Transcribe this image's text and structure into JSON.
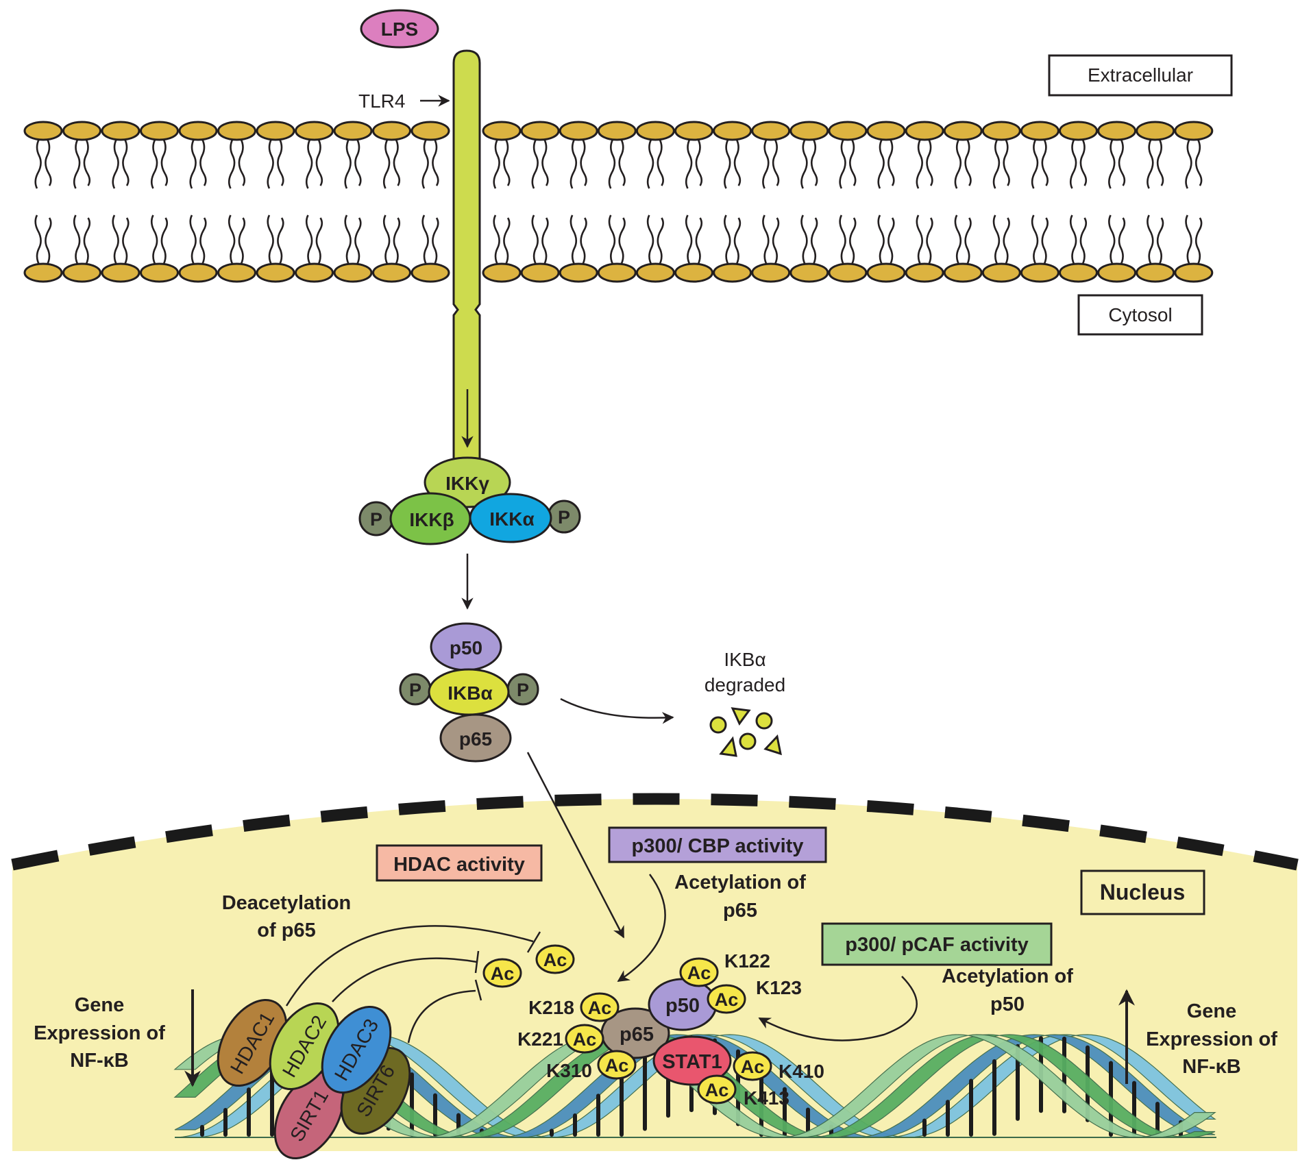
{
  "figure": {
    "title": "LPS / TLR4 / NF-kB acetylation signaling pathway",
    "compartments": {
      "extracellular": "Extracellular",
      "cytosol": "Cytosol",
      "nucleus": "Nucleus"
    },
    "ligand": {
      "label": "LPS",
      "color": "#dc7fbf"
    },
    "receptor": {
      "label": "TLR4",
      "color": "#cddb4e"
    },
    "membrane": {
      "head_color": "#dcb340",
      "left_count": 11,
      "right_count": 19
    },
    "ikk_complex": {
      "gamma": {
        "label": "IKKγ",
        "color": "#b8d554"
      },
      "beta": {
        "label": "IKKβ",
        "color": "#7cc247"
      },
      "alpha": {
        "label": "IKKα",
        "color": "#11a6e0"
      },
      "phospho": {
        "label": "P",
        "color": "#7d8a6a"
      }
    },
    "ikb_complex": {
      "p50": {
        "label": "p50",
        "color": "#a99ad6"
      },
      "ikba": {
        "label": "IKBα",
        "color": "#dce03e"
      },
      "p65": {
        "label": "p65",
        "color": "#a79684"
      },
      "phospho": {
        "label": "P",
        "color": "#7d8a6a"
      }
    },
    "degradation": {
      "line1": "IKBα",
      "line2": "degraded",
      "fragment_color": "#dce03e"
    },
    "nucleus_panel": {
      "fill": "#f7f0b2",
      "hdac_box": {
        "label": "HDAC activity",
        "color": "#f6b9a4"
      },
      "cbp_box": {
        "label": "p300/ CBP activity",
        "color": "#b4a0d8"
      },
      "pcaf_box": {
        "label": "p300/ pCAF activity",
        "color": "#a5d596"
      },
      "deacetylation": {
        "line1": "Deacetylation",
        "line2": "of p65"
      },
      "acetylation_p65": {
        "line1": "Acetylation of",
        "line2": "p65"
      },
      "acetylation_p50": {
        "line1": "Acetylation of",
        "line2": "p50"
      },
      "gene_expression_down": {
        "line1": "Gene",
        "line2": "Expression of",
        "line3": "NF-κB",
        "direction": "decrease"
      },
      "gene_expression_up": {
        "line1": "Gene",
        "line2": "Expression of",
        "line3": "NF-κB",
        "direction": "increase"
      },
      "deacetylases": [
        {
          "label": "HDAC1",
          "color": "#b3813c"
        },
        {
          "label": "HDAC2",
          "color": "#b8d554"
        },
        {
          "label": "HDAC3",
          "color": "#3f8fd4"
        },
        {
          "label": "SIRT1",
          "color": "#c5657a"
        },
        {
          "label": "SIRT6",
          "color": "#6e6a23"
        }
      ],
      "acetyl_label": "Ac",
      "acetyl_color": "#f6e64a",
      "bound_complex": {
        "p65": {
          "label": "p65",
          "color": "#a79684"
        },
        "p50": {
          "label": "p50",
          "color": "#a99ad6"
        },
        "stat1": {
          "label": "STAT1",
          "color": "#e9566e"
        }
      },
      "lysine_sites": {
        "p65": [
          "K218",
          "K221",
          "K310"
        ],
        "p50": [
          "K122",
          "K123"
        ],
        "stat1": [
          "K410",
          "K413"
        ]
      },
      "dna_colors": {
        "strand_a": "#7dc3e0",
        "strand_b": "#4c8fbd",
        "strand_c": "#58ae62",
        "strand_d": "#98cf9c"
      }
    }
  }
}
